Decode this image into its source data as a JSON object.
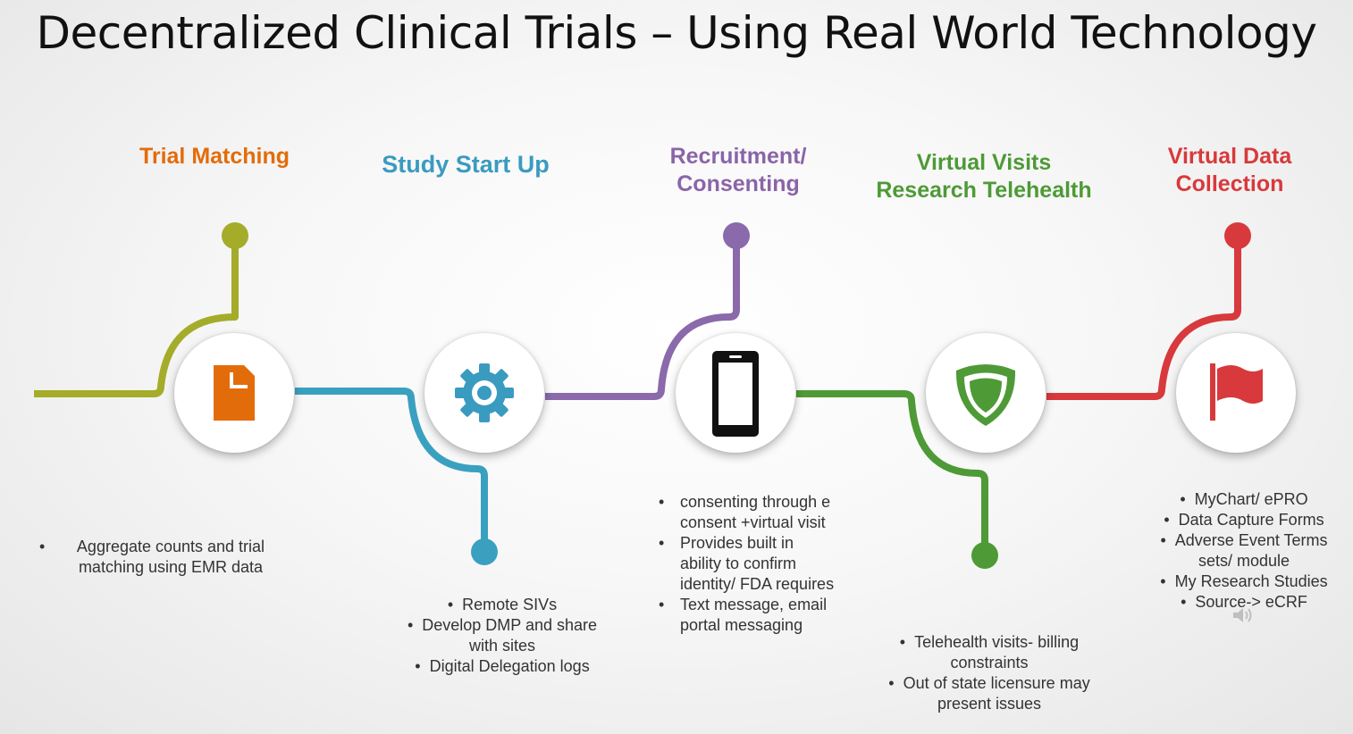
{
  "title": "Decentralized Clinical Trials – Using Real World Technology",
  "colors": {
    "stage1": "#a4ac2a",
    "stage2": "#3aa0c0",
    "stage3": "#8a6aaa",
    "stage4": "#4e9a36",
    "stage5": "#d8393c",
    "title1": "#e36c0a",
    "title2": "#3a9bc0",
    "title3": "#8a64a8",
    "title4": "#4e9a36",
    "title5": "#d8393c"
  },
  "stages": [
    {
      "title_lines": [
        "Trial Matching"
      ],
      "icon": "document-icon",
      "bullets": [
        "Aggregate counts and trial matching using EMR data"
      ]
    },
    {
      "title_lines": [
        "Study Start Up"
      ],
      "icon": "gear-icon",
      "bullets": [
        "Remote SIVs",
        "Develop DMP and share with sites",
        "Digital Delegation logs"
      ]
    },
    {
      "title_lines": [
        "Recruitment/",
        "Consenting"
      ],
      "icon": "smartphone-icon",
      "bullets": [
        "consenting through e consent +virtual visit",
        "Provides built in ability to confirm identity/ FDA requires",
        "Text message, email portal messaging"
      ]
    },
    {
      "title_lines": [
        "Virtual Visits",
        "Research Telehealth"
      ],
      "icon": "shield-icon",
      "bullets": [
        "Telehealth visits- billing constraints",
        "Out of state licensure may present issues"
      ]
    },
    {
      "title_lines": [
        "Virtual Data",
        "Collection"
      ],
      "icon": "flag-icon",
      "bullets": [
        "MyChart/ ePRO",
        "Data Capture Forms",
        "Adverse Event Terms sets/ module",
        "My Research Studies",
        "Source-> eCRF"
      ]
    }
  ]
}
